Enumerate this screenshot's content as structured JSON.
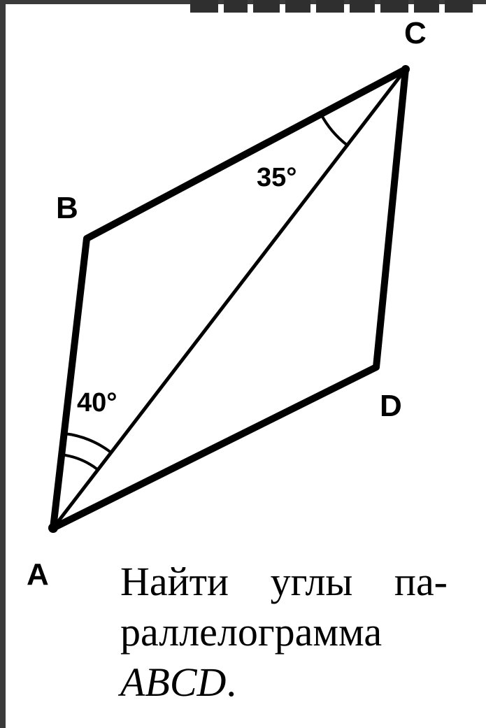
{
  "vertices": {
    "a": "A",
    "b": "B",
    "c": "C",
    "d": "D"
  },
  "angles": {
    "at_a": "40°",
    "at_c": "35°"
  },
  "task": {
    "line1": "Найти углы па-",
    "line2": "раллелограмма",
    "line3_italic": "ABCD",
    "line3_end": "."
  },
  "colors": {
    "ink": "#000000",
    "frame": "#3a3a3a",
    "paper": "#ffffff"
  }
}
